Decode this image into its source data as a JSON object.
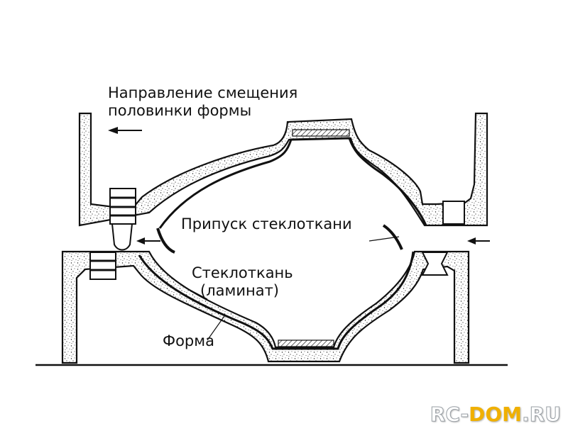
{
  "labels": {
    "direction_line1": "Направление смещения",
    "direction_line2": "половинки формы",
    "allowance": "Припуск стеклоткани",
    "fiberglass_line1": "Стеклоткань",
    "fiberglass_line2": "(ламинат)",
    "form": "Форма"
  },
  "watermark": {
    "part1": "RC-",
    "part2": "DOM",
    "part3": ".RU"
  },
  "colors": {
    "ink": "#111111",
    "watermark_accent": "#f0b000"
  }
}
